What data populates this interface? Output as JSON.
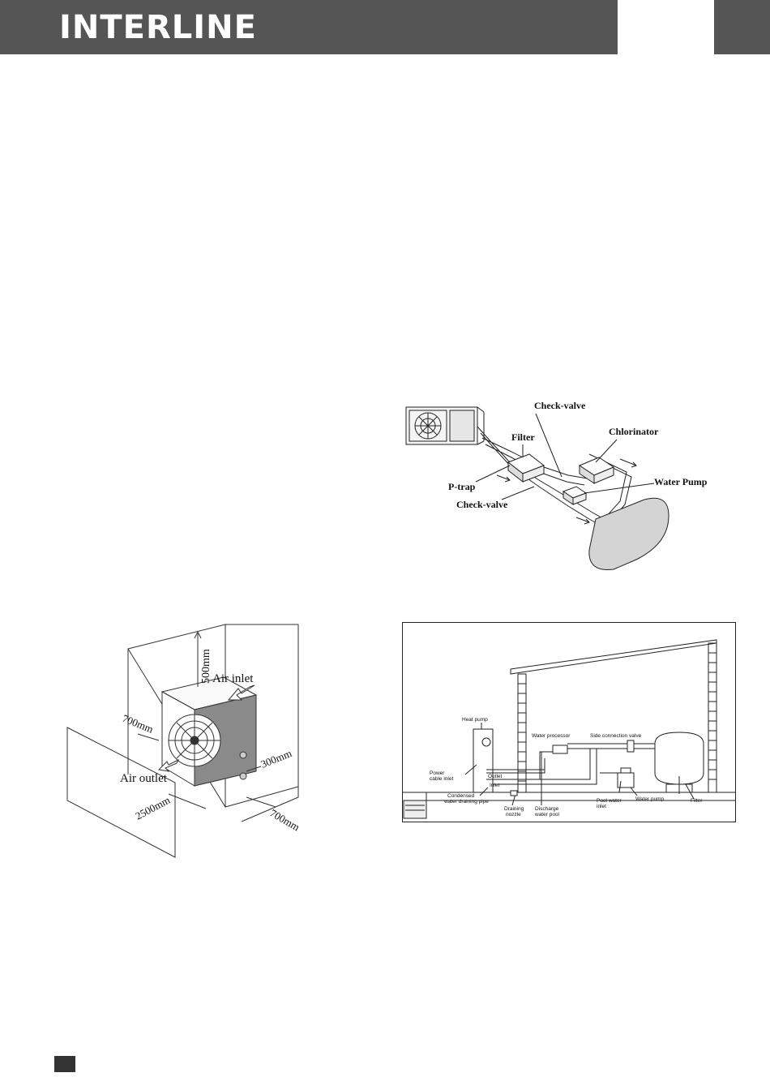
{
  "header": {
    "brand": "INTERLINE"
  },
  "figure_install": {
    "labels": {
      "air_inlet": "Air inlet",
      "air_outlet": "Air outlet",
      "clearance_top": "500mm",
      "clearance_left": "700mm",
      "clearance_side": "300mm",
      "clearance_right": "700mm",
      "clearance_front": "2500mm"
    }
  },
  "figure_connection": {
    "labels": {
      "check_valve_top": "Check-valve",
      "chlorinator": "Chlorinator",
      "filter": "Filter",
      "water_pump": "Water Pump",
      "p_trap": "P-trap",
      "check_valve_bottom": "Check-valve"
    }
  },
  "figure_layout": {
    "labels": {
      "heat_pump": "Heat pump",
      "water_processor": "Water processor",
      "side_connection_valve": "Side connection valve",
      "power_cable_inlet_1": "Power",
      "power_cable_inlet_2": "cable inlet",
      "outlet": "Outlet",
      "inlet": "Inlet",
      "condensed_1": "Condensed",
      "condensed_2": "water draining pipe",
      "draining_1": "Draining",
      "draining_2": "nozzle",
      "discharge_1": "Discharge",
      "discharge_2": "water pool",
      "pool_water_inlet_1": "Pool water",
      "pool_water_inlet_2": "inlet",
      "water_pump": "Water pump",
      "filter": "Filter"
    }
  }
}
